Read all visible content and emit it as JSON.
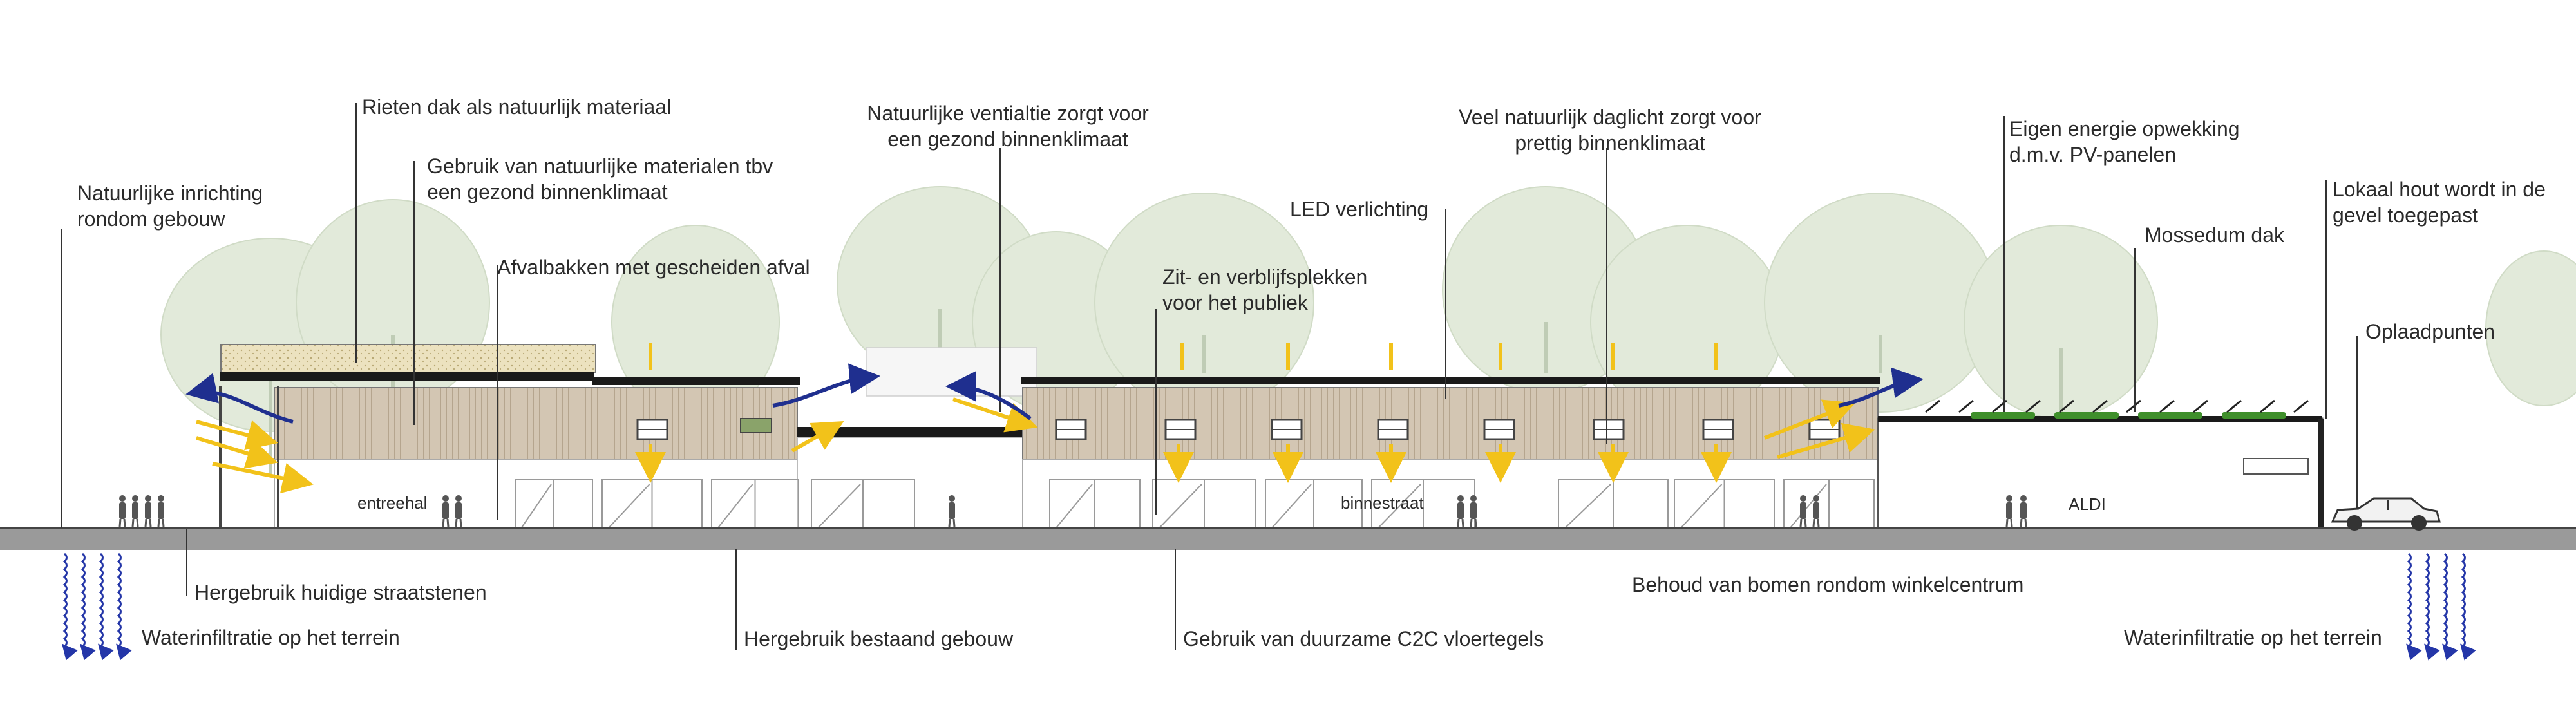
{
  "annotations": {
    "natural_layout": [
      "Natuurlijke inrichting",
      "rondom gebouw"
    ],
    "thatched_roof": "Rieten dak als natuurlijk materiaal",
    "natural_materials": [
      "Gebruik van natuurlijke materialen tbv",
      "een gezond binnenklimaat"
    ],
    "waste_bins": "Afvalbakken met gescheiden afval",
    "ventilation": [
      "Natuurlijke ventialtie zorgt voor",
      "een gezond binnenklimaat"
    ],
    "seating": [
      "Zit- en verblijfsplekken",
      "voor het publiek"
    ],
    "led": "LED verlichting",
    "daylight": [
      "Veel natuurlijk daglicht zorgt voor",
      "prettig binnenklimaat"
    ],
    "energy": [
      "Eigen energie opwekking",
      "d.m.v. PV-panelen"
    ],
    "moss_roof": "Mossedum dak",
    "local_wood": [
      "Lokaal hout wordt in de",
      "gevel toegepast"
    ],
    "charging": "Oplaadpunten",
    "reuse_stones": "Hergebruik huidige straatstenen",
    "water_left": "Waterinfiltratie op het terrein",
    "reuse_building": "Hergebruik bestaand gebouw",
    "c2c_tiles": "Gebruik van duurzame C2C vloertegels",
    "trees": "Behoud van bomen rondom winkelcentrum",
    "water_right": "Waterinfiltratie op het terrein"
  },
  "building_labels": {
    "entrance": "entreehal",
    "street": "binnestraat",
    "store": "ALDI"
  },
  "colors": {
    "wood": "#cfc1ad",
    "ground": "#9a9a9a",
    "air_arrow": "#1f2f8f",
    "light_arrow": "#f2c21a",
    "moss": "#3f8f2b",
    "thatch": "#e9ddb5",
    "trees": "#dce6d3",
    "water": "#2436a8"
  }
}
